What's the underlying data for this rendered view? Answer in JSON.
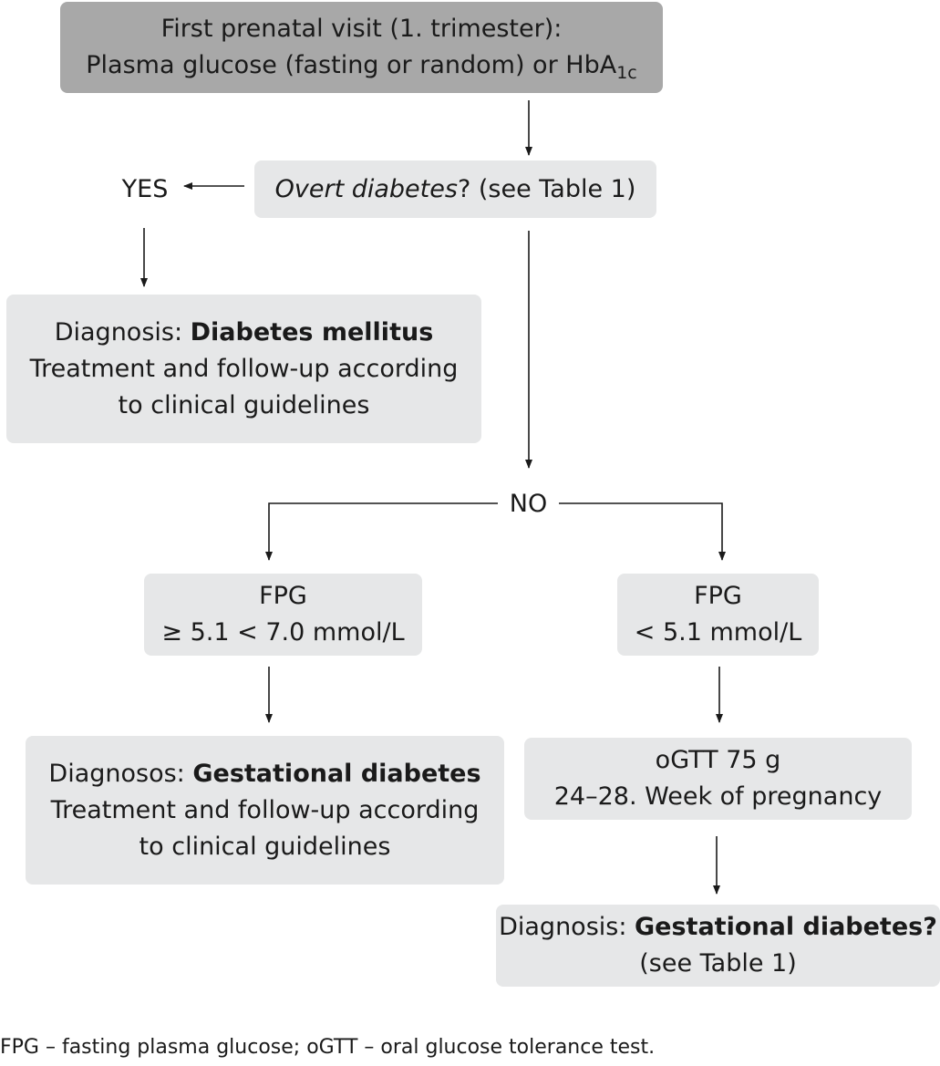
{
  "colors": {
    "dark_box": "#a8a8a8",
    "light_box": "#e6e7e8",
    "line": "#1a1a1a"
  },
  "start": {
    "line1": "First prenatal visit (1. trimester):",
    "line2_pre": "Plasma glucose (fasting or random) or HbA",
    "line2_sub": "1c"
  },
  "decision": {
    "italic": "Overt diabetes",
    "rest": "? (see Table 1)"
  },
  "yes_label": "YES",
  "no_label": "NO",
  "diabetes_box": {
    "prefix": "Diagnosis: ",
    "bold": "Diabetes mellitus",
    "line2": "Treatment and follow-up according",
    "line3": "to clinical guidelines"
  },
  "fpg_high": {
    "line1": "FPG",
    "line2": "≥ 5.1 < 7.0 mmol/L"
  },
  "fpg_low": {
    "line1": "FPG",
    "line2": "< 5.1 mmol/L"
  },
  "gestational_box": {
    "prefix": "Diagnosos: ",
    "bold": "Gestational diabetes",
    "line2": "Treatment and follow-up according",
    "line3": "to clinical guidelines"
  },
  "ogtt_box": {
    "line1": "oGTT 75 g",
    "line2": "24–28. Week of pregnancy"
  },
  "final_box": {
    "prefix": "Diagnosis: ",
    "bold": "Gestational diabetes?",
    "line2": "(see Table 1)"
  },
  "footnote": "FPG – fasting plasma glucose; oGTT – oral glucose tolerance test."
}
